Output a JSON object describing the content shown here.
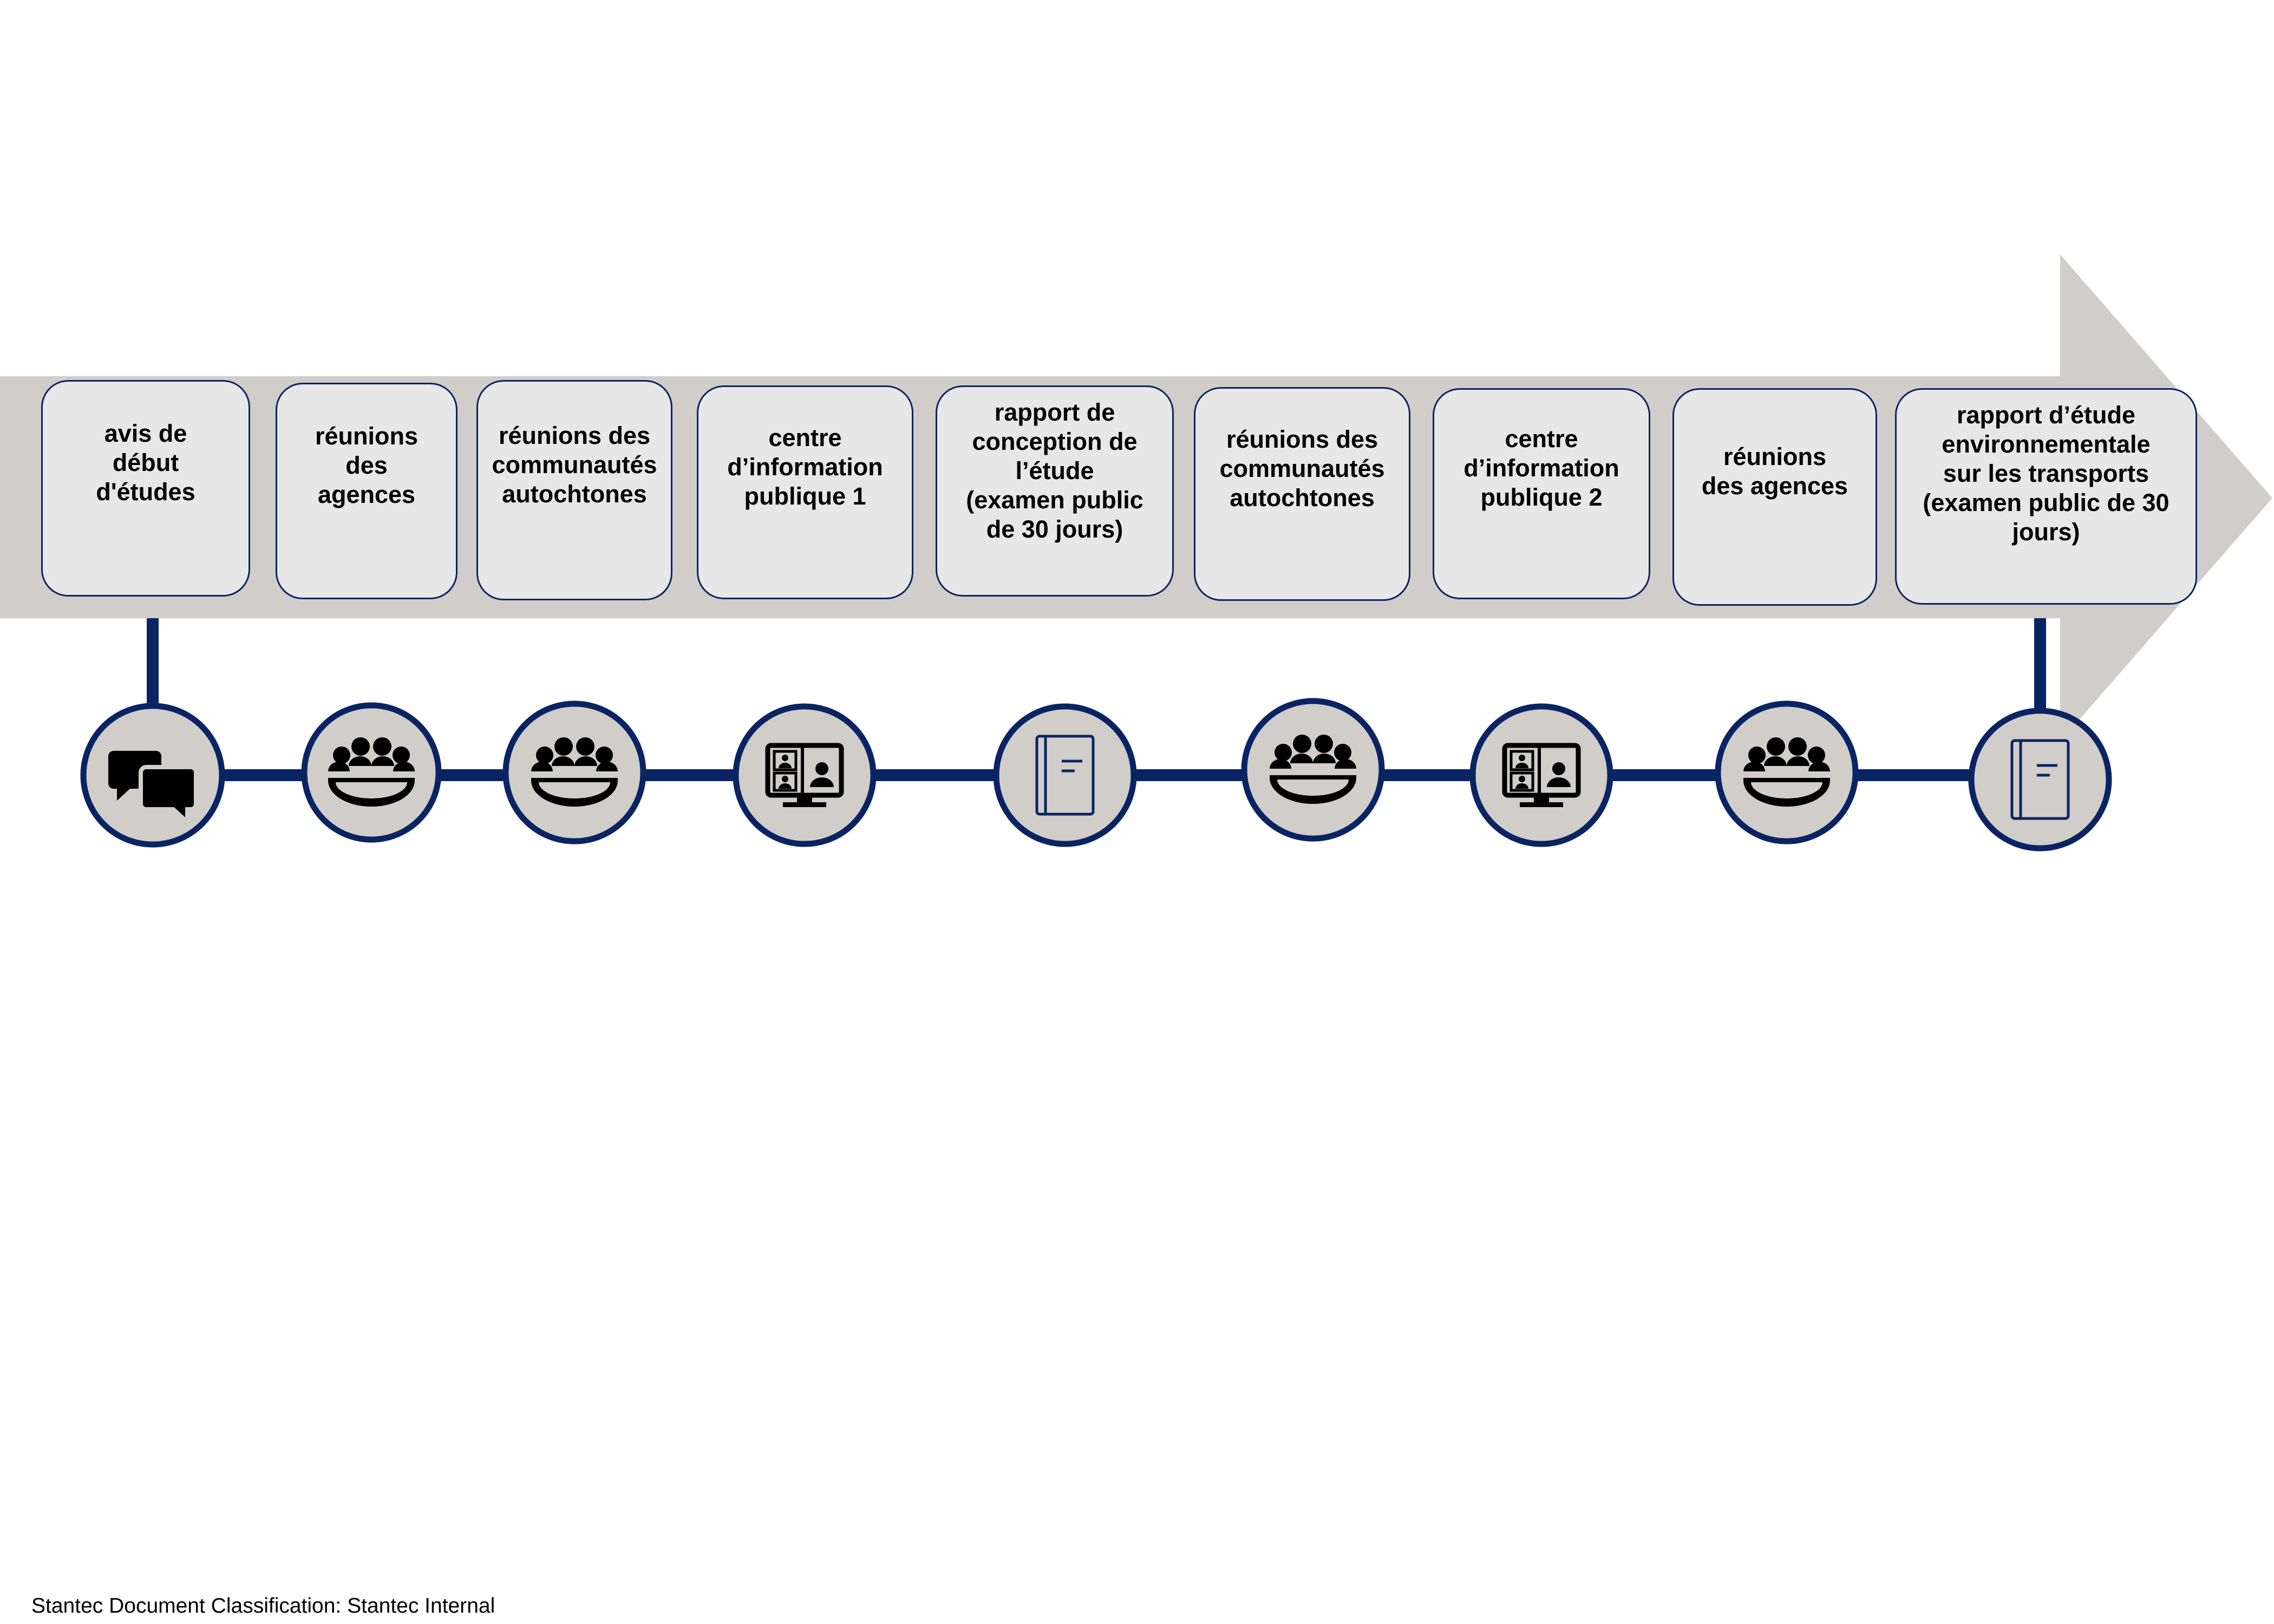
{
  "colors": {
    "arrow": "#d1cdc9",
    "box_fill": "#e8e7e7",
    "navy": "#0a2463",
    "circle_fill": "#d1cdc9",
    "icon": "#000000"
  },
  "steps": [
    {
      "label": "avis de\ndébut\nd'études",
      "icon": "chat-bubbles-icon"
    },
    {
      "label": "réunions\ndes\nagences",
      "icon": "group-meeting-icon"
    },
    {
      "label": "réunions des\ncommunautés\nautochtones",
      "icon": "group-meeting-icon"
    },
    {
      "label": "centre\nd’information\npublique 1",
      "icon": "video-conference-icon"
    },
    {
      "label": "rapport de\nconception de\nl’étude\n(examen public\nde 30 jours)",
      "icon": "report-document-icon"
    },
    {
      "label": "réunions des\ncommunautés\nautochtones",
      "icon": "group-meeting-icon"
    },
    {
      "label": "centre\nd’information\npublique 2",
      "icon": "video-conference-icon"
    },
    {
      "label": "réunions\ndes agences",
      "icon": "group-meeting-icon"
    },
    {
      "label": "rapport d’étude\nenvironnementale\nsur les transports\n(examen public de 30\njours)",
      "icon": "report-document-icon"
    }
  ],
  "footer": {
    "classification": "Stantec Document Classification: Stantec Internal"
  }
}
